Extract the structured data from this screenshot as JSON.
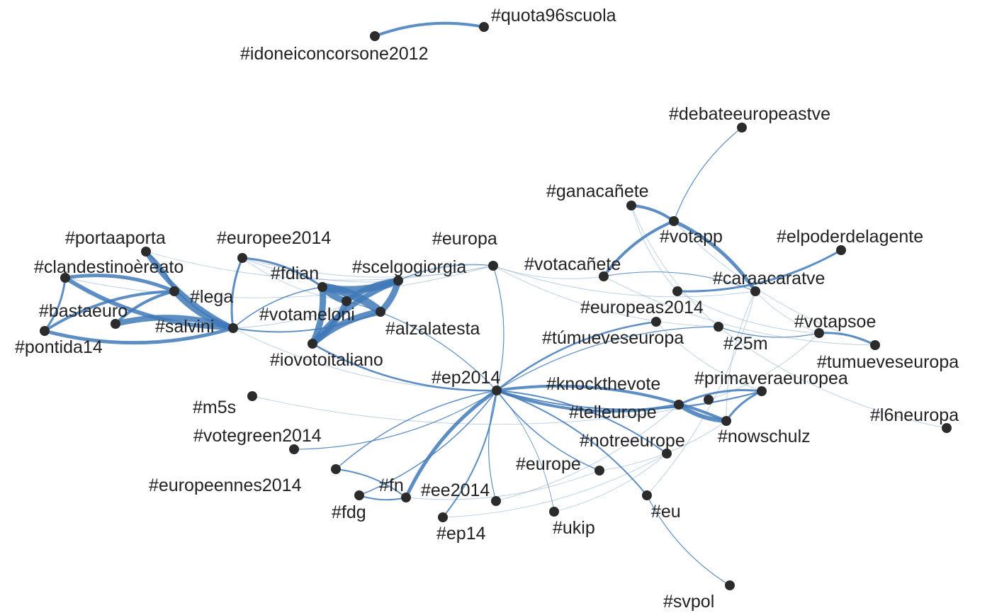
{
  "colors": {
    "edge": "#3f79b8",
    "edge_light": "#7ba5d2",
    "node": "#2b2b2b",
    "label": "#222222"
  },
  "nodes": [
    {
      "id": "idonei",
      "label": "#idoneiconcorsone2012"
    },
    {
      "id": "quota96",
      "label": "#quota96scuola"
    },
    {
      "id": "debateeu",
      "label": "#debateeuropeastve"
    },
    {
      "id": "ganacanete",
      "label": "#ganacañete"
    },
    {
      "id": "votapp",
      "label": "#votapp"
    },
    {
      "id": "elpoder",
      "label": "#elpoderdelagente"
    },
    {
      "id": "votacanete",
      "label": "#votacañete"
    },
    {
      "id": "caraacara",
      "label": "#caraacaratve"
    },
    {
      "id": "europeas2014",
      "label": "#europeas2014"
    },
    {
      "id": "tumueve_acc",
      "label": "#túmueveseuropa"
    },
    {
      "id": "25m",
      "label": "#25m"
    },
    {
      "id": "votapsoe",
      "label": "#votapsoe"
    },
    {
      "id": "tumueve",
      "label": "#tumueveseuropa"
    },
    {
      "id": "primavera",
      "label": "#primaveraeuropea"
    },
    {
      "id": "knock",
      "label": "#knockthevote"
    },
    {
      "id": "l6neuropa",
      "label": "#l6neuropa"
    },
    {
      "id": "telleurope",
      "label": "#telleurope"
    },
    {
      "id": "nowschulz",
      "label": "#nowschulz"
    },
    {
      "id": "notreeurope",
      "label": "#notreeurope"
    },
    {
      "id": "europe",
      "label": "#europe"
    },
    {
      "id": "eu",
      "label": "#eu"
    },
    {
      "id": "svpol",
      "label": "#svpol"
    },
    {
      "id": "ukip",
      "label": "#ukip"
    },
    {
      "id": "ee2014",
      "label": "#ee2014"
    },
    {
      "id": "ep14",
      "label": "#ep14"
    },
    {
      "id": "fn",
      "label": "#fn"
    },
    {
      "id": "fdg",
      "label": "#fdg"
    },
    {
      "id": "europeennes",
      "label": "#europeennes2014"
    },
    {
      "id": "votegreen",
      "label": "#votegreen2014"
    },
    {
      "id": "m5s",
      "label": "#m5s"
    },
    {
      "id": "ep2014",
      "label": "#ep2014"
    },
    {
      "id": "europa",
      "label": "#europa"
    },
    {
      "id": "scelgo",
      "label": "#scelgogiorgia"
    },
    {
      "id": "fdian",
      "label": "#fdian"
    },
    {
      "id": "votameloni",
      "label": "#votameloni"
    },
    {
      "id": "alzala",
      "label": "#alzalatesta"
    },
    {
      "id": "iovoto",
      "label": "#iovotoitaliano"
    },
    {
      "id": "europee2014",
      "label": "#europee2014"
    },
    {
      "id": "portaaporta",
      "label": "#portaaporta"
    },
    {
      "id": "clandestino",
      "label": "#clandestinoèreato"
    },
    {
      "id": "lega",
      "label": "#lega"
    },
    {
      "id": "bastaeuro",
      "label": "#bastaeuro"
    },
    {
      "id": "salvini",
      "label": "#salvini"
    },
    {
      "id": "pontida",
      "label": "#pontida14"
    }
  ],
  "edges": [
    [
      "idonei",
      "quota96",
      4
    ],
    [
      "debateeu",
      "votapp",
      1.2
    ],
    [
      "ganacanete",
      "votapp",
      4
    ],
    [
      "votapp",
      "votacanete",
      4
    ],
    [
      "votapp",
      "caraacara",
      5
    ],
    [
      "europeas2014",
      "elpoder",
      3
    ],
    [
      "votapsoe",
      "tumueve",
      3
    ],
    [
      "25m",
      "votapsoe",
      1.2
    ],
    [
      "ep2014",
      "25m",
      1.2
    ],
    [
      "ep2014",
      "telleurope",
      4
    ],
    [
      "ep2014",
      "nowschulz",
      4
    ],
    [
      "ep2014",
      "primavera",
      2
    ],
    [
      "ep2014",
      "notreeurope",
      2
    ],
    [
      "ep2014",
      "europe",
      1.5
    ],
    [
      "ep2014",
      "eu",
      2
    ],
    [
      "eu",
      "svpol",
      1.2
    ],
    [
      "ep2014",
      "ukip",
      0.8
    ],
    [
      "ep2014",
      "ee2014",
      1.2
    ],
    [
      "ep2014",
      "ep14",
      2
    ],
    [
      "ep2014",
      "fn",
      5
    ],
    [
      "ep2014",
      "fdg",
      1.5
    ],
    [
      "ep2014",
      "europeennes",
      1.5
    ],
    [
      "ep2014",
      "votegreen",
      1.2
    ],
    [
      "ep2014",
      "europa",
      1.2
    ],
    [
      "ep2014",
      "iovoto",
      2.5
    ],
    [
      "ep2014",
      "alzala",
      1.2
    ],
    [
      "ep2014",
      "tumueve_acc",
      2.5
    ],
    [
      "fdg",
      "fn",
      2
    ],
    [
      "europeennes",
      "fn",
      2
    ],
    [
      "telleurope",
      "nowschulz",
      6
    ],
    [
      "telleurope",
      "primavera",
      3
    ],
    [
      "primavera",
      "nowschulz",
      3
    ],
    [
      "fdian",
      "votameloni",
      12
    ],
    [
      "fdian",
      "scelgo",
      10
    ],
    [
      "fdian",
      "iovoto",
      9
    ],
    [
      "fdian",
      "alzala",
      9
    ],
    [
      "scelgo",
      "votameloni",
      9
    ],
    [
      "scelgo",
      "iovoto",
      8
    ],
    [
      "iovoto",
      "votameloni",
      9
    ],
    [
      "iovoto",
      "alzala",
      8
    ],
    [
      "alzala",
      "scelgo",
      8
    ],
    [
      "europee2014",
      "salvini",
      3
    ],
    [
      "europee2014",
      "fdian",
      3
    ],
    [
      "clandestino",
      "salvini",
      6
    ],
    [
      "clandestino",
      "lega",
      5
    ],
    [
      "portaaporta",
      "salvini",
      7
    ],
    [
      "portaaporta",
      "lega",
      3
    ],
    [
      "lega",
      "salvini",
      8
    ],
    [
      "bastaeuro",
      "salvini",
      8
    ],
    [
      "pontida",
      "salvini",
      5
    ],
    [
      "pontida",
      "lega",
      4
    ],
    [
      "pontida",
      "clandestino",
      3
    ],
    [
      "bastaeuro",
      "lega",
      4
    ],
    [
      "salvini",
      "votameloni",
      2
    ],
    [
      "salvini",
      "fdian",
      1.5
    ],
    [
      "europa",
      "scelgo",
      1
    ],
    [
      "votacanete",
      "caraacara",
      1
    ]
  ],
  "light_edges": [
    [
      "europee2014",
      "scelgo"
    ],
    [
      "europee2014",
      "europa"
    ],
    [
      "portaaporta",
      "europa"
    ],
    [
      "europa",
      "votacanete"
    ],
    [
      "europa",
      "caraacara"
    ],
    [
      "europa",
      "25m"
    ],
    [
      "m5s",
      "primavera"
    ],
    [
      "salvini",
      "ep2014"
    ],
    [
      "clandestino",
      "europa"
    ],
    [
      "ganacanete",
      "europeas2014"
    ],
    [
      "ganacanete",
      "25m"
    ],
    [
      "votacanete",
      "tumueve"
    ],
    [
      "caraacara",
      "nowschulz"
    ],
    [
      "europeas2014",
      "votapsoe"
    ],
    [
      "tumueve_acc",
      "primavera"
    ],
    [
      "25m",
      "l6neuropa"
    ],
    [
      "knock",
      "votapsoe"
    ],
    [
      "europe",
      "nowschulz"
    ],
    [
      "ee2014",
      "telleurope"
    ],
    [
      "ukip",
      "notreeurope"
    ],
    [
      "eu",
      "caraacara"
    ],
    [
      "fn",
      "europe"
    ],
    [
      "ep14",
      "notreeurope"
    ],
    [
      "europa",
      "scelgo"
    ],
    [
      "votapp",
      "tumueve"
    ],
    [
      "caraacara",
      "votapsoe"
    ],
    [
      "salvini",
      "scelgo"
    ],
    [
      "europee2014",
      "alzala"
    ]
  ]
}
